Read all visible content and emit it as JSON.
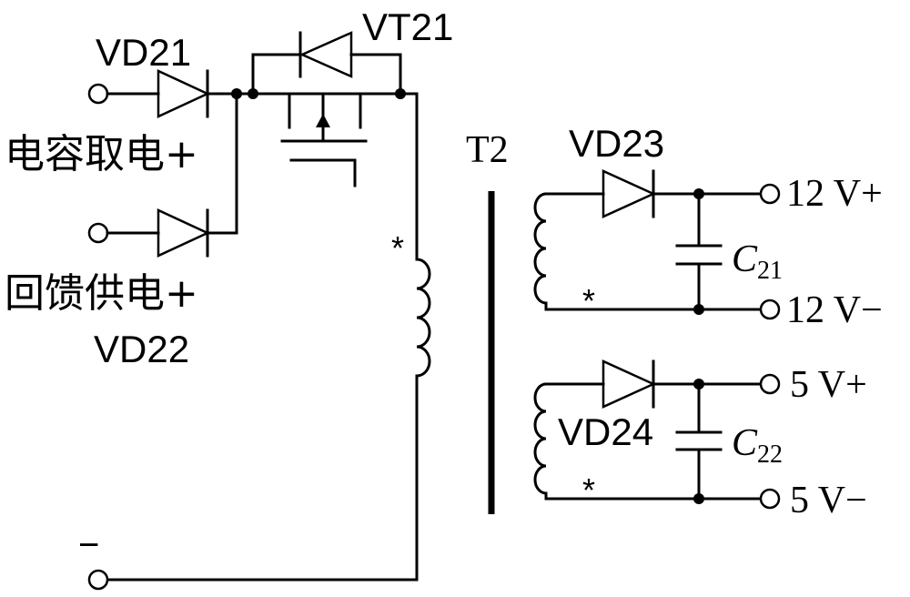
{
  "labels": {
    "vd21": "VD21",
    "vt21": "VT21",
    "vd22": "VD22",
    "vd23": "VD23",
    "vd24": "VD24",
    "t2": "T2",
    "c21_main": "C",
    "c21_sub": "21",
    "c22_main": "C",
    "c22_sub": "22",
    "cap_input": "电容取电+",
    "feedback_input": "回馈供电+",
    "minus_input": "−",
    "out_12p": "12 V+",
    "out_12m": "12 V−",
    "out_5p": "5 V+",
    "out_5m": "5 V−",
    "star": "*"
  }
}
